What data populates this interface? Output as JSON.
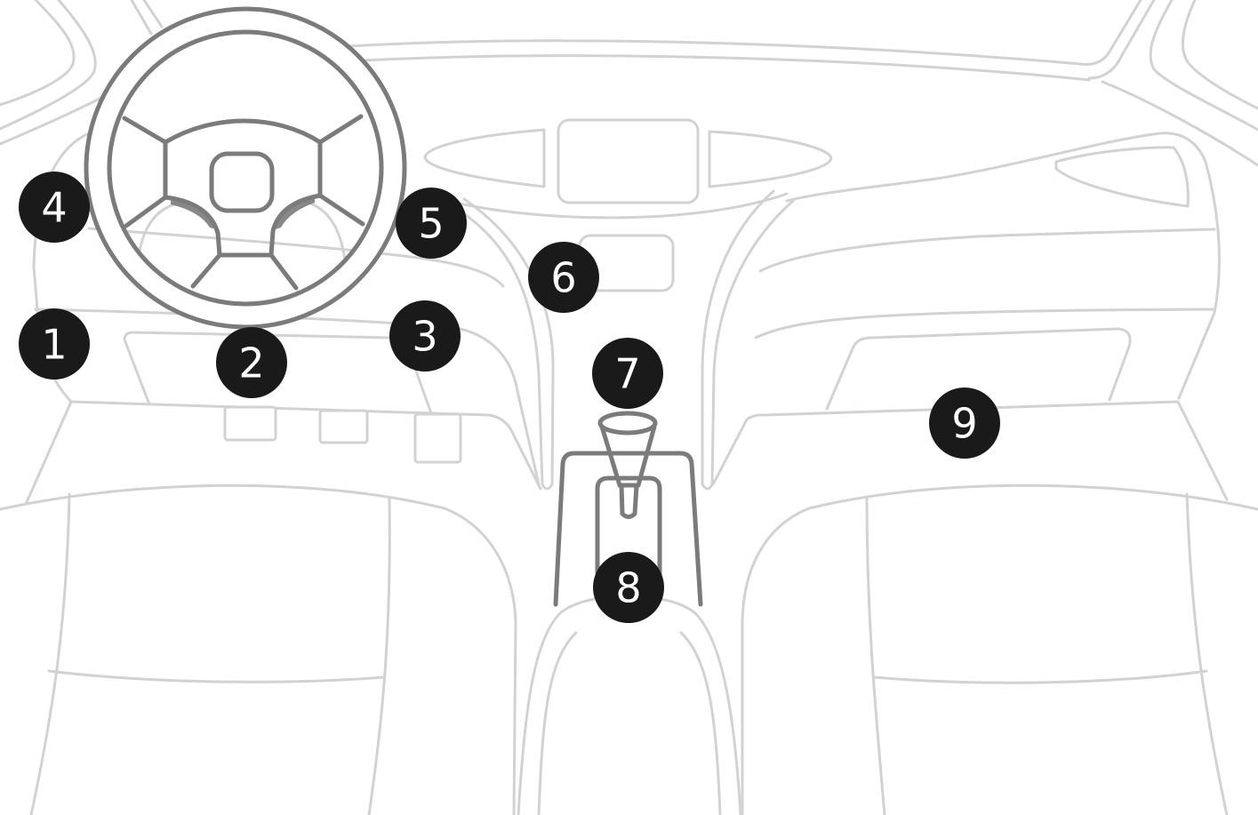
{
  "markers": [
    {
      "label": "1"
    },
    {
      "label": "2"
    },
    {
      "label": "3"
    },
    {
      "label": "4"
    },
    {
      "label": "5"
    },
    {
      "label": "6"
    },
    {
      "label": "7"
    },
    {
      "label": "8"
    },
    {
      "label": "9"
    }
  ],
  "colors": {
    "marker_fill": "#1a1a1a",
    "marker_text": "#ffffff",
    "line": "#d2d2d2",
    "line_dark": "#7b7b7b"
  }
}
